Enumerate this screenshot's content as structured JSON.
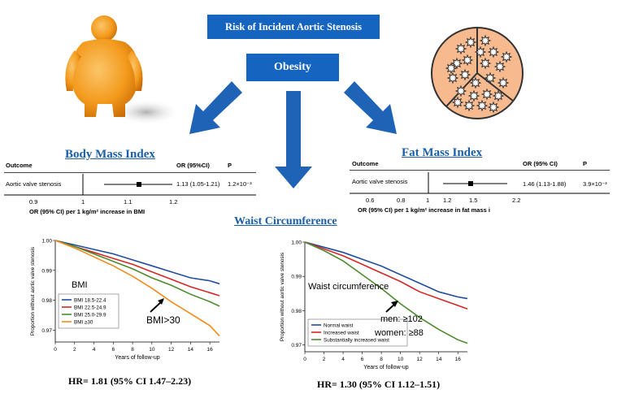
{
  "title_box": "Risk of Incident Aortic Stenosis",
  "center_box": "Obesity",
  "bmi_section": {
    "title": "Body Mass Index",
    "col_outcome": "Outcome",
    "col_or": "OR (95%CI)",
    "col_p": "P",
    "row_label": "Aortic valve stenosis",
    "row_or": "1.13 (1.05-1.21)",
    "row_p": "1.2×10⁻³",
    "ticks": [
      "0.9",
      "1",
      "1.1",
      "1.2"
    ],
    "axis_label": "OR (95% CI) per 1 kg/m² increase in BMI"
  },
  "fmi_section": {
    "title": "Fat Mass Index",
    "col_outcome": "Outcome",
    "col_or": "OR (95% CI)",
    "col_p": "P",
    "row_label": "Aortic valve stenosis",
    "row_or": "1.46 (1.13-1.88)",
    "row_p": "3.9×10⁻³",
    "ticks": [
      "0.6",
      "0.8",
      "1",
      "1.2",
      "1.5",
      "2.2"
    ],
    "axis_label": "OR (95% CI) per 1 kg/m² increase in fat mass i"
  },
  "waist_section": {
    "title": "Waist Circumference"
  },
  "chart_data": [
    {
      "type": "line",
      "ylabel": "Proportion without aortic valve stenosis",
      "xlabel": "",
      "x_ticks": [
        "0",
        "2",
        "4",
        "6",
        "8",
        "10",
        "12",
        "14",
        "16"
      ],
      "y_ticks": [
        "1.00",
        "0.99",
        "0.98",
        "0.97"
      ],
      "xlim": [
        0,
        17
      ],
      "ylim": [
        0.966,
        1.0
      ],
      "annotation_label": "BMI",
      "arrow_label": "BMI>30",
      "legend_position": "bottom-left",
      "series": [
        {
          "name": "BMI 18.5-22.4",
          "color": "#1f4e9c",
          "x": [
            0,
            2,
            4,
            6,
            8,
            10,
            12,
            14,
            16,
            17
          ],
          "y": [
            1.0,
            0.9985,
            0.997,
            0.9955,
            0.9935,
            0.9915,
            0.9895,
            0.9875,
            0.9865,
            0.9855
          ]
        },
        {
          "name": "BMI 22.5-24.9",
          "color": "#d62728",
          "x": [
            0,
            2,
            4,
            6,
            8,
            10,
            12,
            14,
            16,
            17
          ],
          "y": [
            1.0,
            0.998,
            0.996,
            0.994,
            0.992,
            0.9895,
            0.987,
            0.9845,
            0.9825,
            0.9815
          ]
        },
        {
          "name": "BMI 25.0-29.9",
          "color": "#4e8a2e",
          "x": [
            0,
            2,
            4,
            6,
            8,
            10,
            12,
            14,
            16,
            17
          ],
          "y": [
            1.0,
            0.998,
            0.9955,
            0.993,
            0.9905,
            0.9875,
            0.985,
            0.982,
            0.9795,
            0.978
          ]
        },
        {
          "name": "BMI ≥30",
          "color": "#f28c1a",
          "x": [
            0,
            2,
            4,
            6,
            8,
            10,
            12,
            14,
            16,
            17
          ],
          "y": [
            1.0,
            0.9975,
            0.9945,
            0.9915,
            0.988,
            0.984,
            0.9795,
            0.9755,
            0.9715,
            0.968
          ]
        }
      ]
    },
    {
      "type": "line",
      "ylabel": "Proportion without aortic valve stenosis",
      "xlabel": "Years of follow-up",
      "x_ticks": [
        "0",
        "2",
        "4",
        "6",
        "8",
        "10",
        "12",
        "14",
        "16"
      ],
      "y_ticks": [
        "1.00",
        "0.99",
        "0.98",
        "0.97"
      ],
      "xlim": [
        0,
        17
      ],
      "ylim": [
        0.968,
        1.0
      ],
      "annotation_label": "Waist circumference",
      "arrow_label_1": "men: ≥102",
      "arrow_label_2": "women: ≥88",
      "legend_position": "bottom-left",
      "series": [
        {
          "name": "Normal waist",
          "color": "#1f4e9c",
          "x": [
            0,
            2,
            4,
            6,
            8,
            10,
            12,
            14,
            16,
            17
          ],
          "y": [
            1.0,
            0.9985,
            0.997,
            0.995,
            0.993,
            0.9905,
            0.988,
            0.9855,
            0.984,
            0.9835
          ]
        },
        {
          "name": "Increased waist",
          "color": "#d62728",
          "x": [
            0,
            2,
            4,
            6,
            8,
            10,
            12,
            14,
            16,
            17
          ],
          "y": [
            1.0,
            0.998,
            0.996,
            0.9935,
            0.991,
            0.9885,
            0.9855,
            0.9835,
            0.9815,
            0.9805
          ]
        },
        {
          "name": "Substantially increased waist",
          "color": "#4e8a2e",
          "x": [
            0,
            2,
            4,
            6,
            8,
            10,
            12,
            14,
            16,
            17
          ],
          "y": [
            1.0,
            0.9975,
            0.9945,
            0.9905,
            0.9865,
            0.982,
            0.978,
            0.9745,
            0.9715,
            0.9705
          ]
        }
      ]
    }
  ],
  "bmi_xlabel_text": "Years of follow-up",
  "hr_left": "HR= 1.81 (95% CI 1.47–2.23)",
  "hr_right": "HR= 1.30 (95% CI 1.12–1.51)",
  "colors": {
    "box_blue": "#1565c0",
    "arrow_blue": "#1e63b5",
    "title_blue": "#1a5fa8",
    "body_orange": "#f39a1c"
  }
}
